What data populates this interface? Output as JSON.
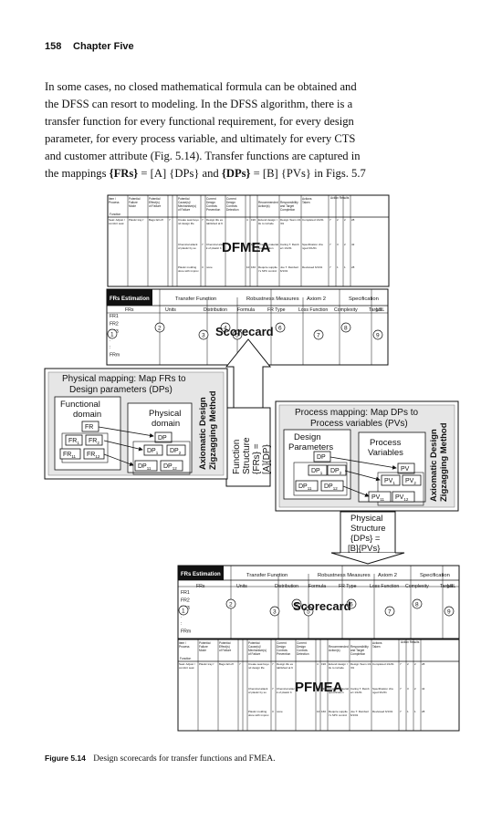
{
  "header": {
    "page_number": "158",
    "chapter": "Chapter Five"
  },
  "body": {
    "line1": "In some cases, no closed mathematical formula can be obtained and",
    "line2": "the DFSS can resort to modeling. In the DFSS algorithm, there is a",
    "line3": "transfer function for every functional requirement, for every design",
    "line4": "parameter, for every process variable, and ultimately for every CTS",
    "line5": "and customer attribute (Fig. 5.14). Transfer functions are captured in",
    "line6_pre": "the mappings ",
    "line6_frs": "{FRs}",
    "line6_mid": " = [A] {DPs} and ",
    "line6_dps": "{DPs}",
    "line6_post": " = [B] {PVs} in Figs. 5.7"
  },
  "fmea": {
    "overlay": "DFMEA",
    "overlay_bottom": "PFMEA",
    "headers": [
      "Item / Process",
      "Potential Failure Mode",
      "Potential Effect(s) of Failure",
      "S E V",
      "C l a s s",
      "Potential Cause(s)/ Mechanism(s) of Failure",
      "O C C U R",
      "Current Design Controls Prevention",
      "Current Design Controls Detection",
      "D E T E C",
      "R P N",
      "Recommended Action(s)",
      "Responsibility and Target Completion Date",
      "Action Results"
    ],
    "sub_header": "Function",
    "action_results_sub": "Actions Taken",
    "rows": [
      {
        "item": "Seat: Adjust / comfort seat back for occupant",
        "mode": "Plastic tray fatigue breaks",
        "effect": "Bags fall off — presenting hazard",
        "sev": "7",
        "cause": "Create seat beyond design life",
        "occ": "7",
        "prevention": "Design life established at 99.9% of fatigue stress range",
        "detec": "4",
        "rpn": "196",
        "action": "Extend design life to include 99.9% of usage",
        "resp": "Design Team 1/1/01",
        "taken": "Completed 1/1/01",
        "res": [
          "7",
          "2",
          "2",
          "28"
        ]
      },
      {
        "cause": "Chemical attack of plastic by solvents",
        "occ": "7",
        "prevention": "Chemical attack of plastic by solvents manual",
        "detec": "4",
        "rpn": "196",
        "action": "Change material specification to improve chemical resistance",
        "resp": "Caring T. Reinbert 1/1/01",
        "taken": "Specification changed 3/1/01",
        "res": [
          "7",
          "3",
          "2",
          "42"
        ]
      },
      {
        "cause": "Plastic molding done with improved materials",
        "occ": "3",
        "prevention": "none",
        "detec": "10",
        "rpn": "160",
        "action": "Require supplier's SPC control plan",
        "resp": "Joe T. Reinbert 6/1/01",
        "taken": "Reviewed 6/1/01",
        "res": [
          "7",
          "1",
          "1",
          "28"
        ]
      }
    ]
  },
  "scorecard": {
    "overlay": "Scorecard",
    "corner": "FRs Estimation",
    "groups": [
      "Transfer Function",
      "Robustness Measures",
      "Axiom 2",
      "Specification"
    ],
    "columns": [
      "FRs",
      "Units",
      "Distribution",
      "Formula",
      "FR Type",
      "Loss Function",
      "Complexity",
      "Target",
      "LSL"
    ],
    "rows": [
      "FR1",
      "FR2",
      "FR3",
      ":",
      ":",
      "FRm"
    ],
    "circles": [
      "1",
      "2",
      "3",
      "4",
      "5",
      "6",
      "7",
      "8",
      "9"
    ]
  },
  "physical_mapping": {
    "title_line1": "Physical mapping: Map FRs to",
    "title_line2": "Design parameters (DPs)",
    "functional_line1": "Functional",
    "functional_line2": "domain",
    "physical_line1": "Physical",
    "physical_line2": "domain",
    "nodes_fr": [
      "FR",
      "FR",
      "FR",
      "FR",
      "FR"
    ],
    "nodes_fr_sub": [
      "",
      "1",
      "2",
      "11",
      "12"
    ],
    "nodes_dp": [
      "DP",
      "DP",
      "DP",
      "DP",
      "DP"
    ],
    "nodes_dp_sub": [
      "",
      "1",
      "2",
      "11",
      "12"
    ],
    "side_label_line1": "Axiomatic Design",
    "side_label_line2": "Zigzagging Method"
  },
  "function_structure": {
    "line1": "Function",
    "line2": "Structure",
    "line3": "{FRs} =",
    "line4": "[A]{DP}"
  },
  "process_mapping": {
    "title_line1": "Process mapping: Map DPs to",
    "title_line2": "Process variables (PVs)",
    "design_line1": "Design",
    "design_line2": "Parameters",
    "process_line1": "Process",
    "process_line2": "Variables",
    "nodes_dp": [
      "DP",
      "DP",
      "DP",
      "DP",
      "DP"
    ],
    "nodes_dp_sub": [
      "",
      "1",
      "2",
      "11",
      "12"
    ],
    "nodes_pv": [
      "PV",
      "PV",
      "PV",
      "PV",
      "PV"
    ],
    "nodes_pv_sub": [
      "",
      "1",
      "2",
      "11",
      "12"
    ],
    "side_label_line1": "Axiomatic Design",
    "side_label_line2": "Zigzagging Method"
  },
  "physical_structure": {
    "line1": "Physical",
    "line2": "Structure",
    "line3": "{DPs} =",
    "line4": "[B]{PVs}"
  },
  "caption": {
    "label": "Figure 5.14",
    "text": "Design scorecards for transfer functions and FMEA."
  }
}
